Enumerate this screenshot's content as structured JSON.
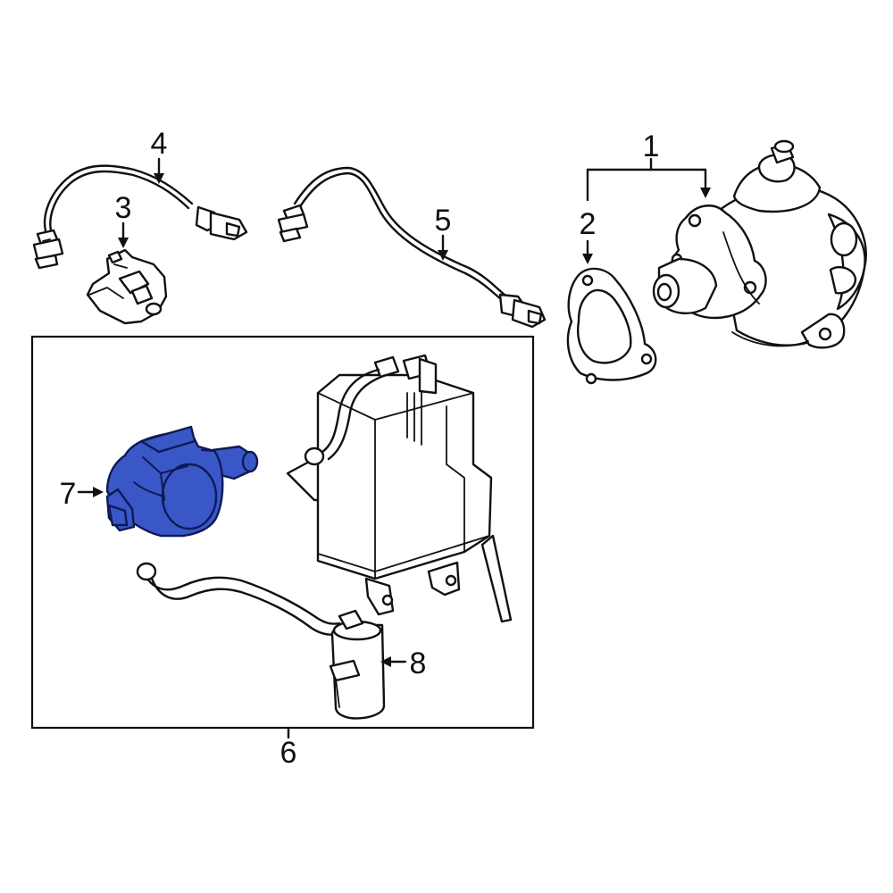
{
  "callouts": {
    "c1": "1",
    "c2": "2",
    "c3": "3",
    "c4": "4",
    "c5": "5",
    "c6": "6",
    "c7": "7",
    "c8": "8"
  },
  "colors": {
    "highlight": "#3a57c8",
    "highlight_outline": "#0e1a55",
    "ink": "#111111",
    "background": "#ffffff"
  }
}
